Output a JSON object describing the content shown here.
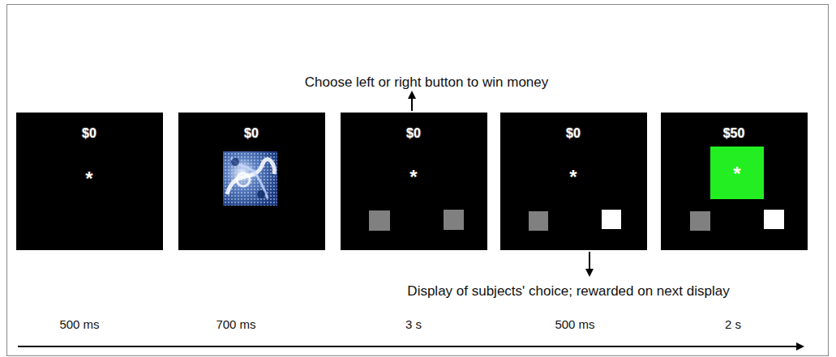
{
  "diagram": {
    "nodes": [
      {
        "text": [
          "$0",
          "*"
        ]
      },
      {
        "text": [
          "$0"
        ]
      },
      {
        "text": [
          "$0",
          "*"
        ]
      },
      {
        "text": [
          "$0",
          "*"
        ]
      },
      {
        "text": [
          "$50"
        ]
      },
      {
        "text": [
          "*"
        ],
        "in": 4
      }
    ],
    "labels": [
      "Choose left or right button to win money",
      "Display of subjects' choice; rewarded on next display",
      "500 ms",
      "700 ms",
      "3 s",
      "500 ms",
      "2 s"
    ]
  }
}
